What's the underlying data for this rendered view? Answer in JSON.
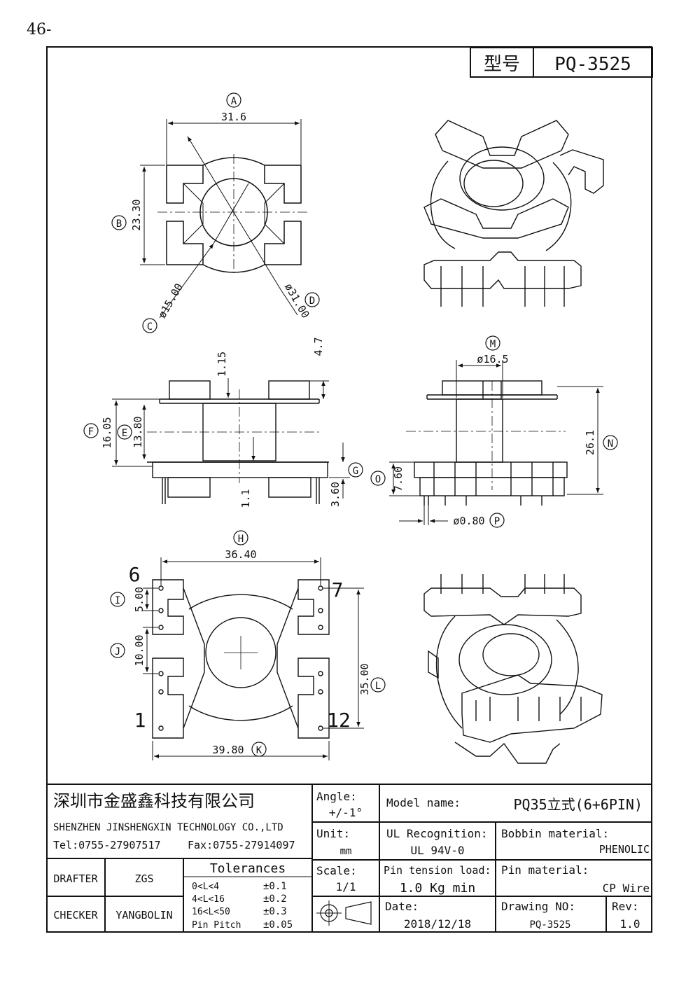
{
  "page_number": "46-",
  "header": {
    "model_label": "型号",
    "model_value": "PQ-3525"
  },
  "views": {
    "top": {
      "A": {
        "letter": "A",
        "value": "31.6"
      },
      "B": {
        "letter": "B",
        "value": "23.30"
      },
      "C": {
        "letter": "C",
        "value": "ø15.00"
      },
      "D": {
        "letter": "D",
        "value": "ø31.00"
      }
    },
    "front": {
      "top_h": "4.7",
      "wall": "1.15",
      "E": {
        "letter": "E",
        "value": "13.80"
      },
      "F": {
        "letter": "F",
        "value": "16.05"
      },
      "G": {
        "letter": "G",
        "value": "3.60"
      },
      "bottom_wall": "1.1"
    },
    "side": {
      "M": {
        "letter": "M",
        "value": "ø16.5"
      },
      "N": {
        "letter": "N",
        "value": "26.1"
      },
      "O": {
        "letter": "O",
        "value": "7.60"
      },
      "P": {
        "letter": "P",
        "value": "ø0.80"
      }
    },
    "bottom": {
      "H": {
        "letter": "H",
        "value": "36.40"
      },
      "I": {
        "letter": "I",
        "value": "5.00"
      },
      "J": {
        "letter": "J",
        "value": "10.00"
      },
      "K": {
        "letter": "K",
        "value": "39.80"
      },
      "L": {
        "letter": "L",
        "value": "35.00"
      },
      "pins": {
        "p6": "6",
        "p7": "7",
        "p1": "1",
        "p12": "12"
      }
    }
  },
  "title_block": {
    "company_cn": "深圳市金盛鑫科技有限公司",
    "company_en": "SHENZHEN JINSHENGXIN TECHNOLOGY CO.,LTD",
    "tel": "Tel:0755-27907517",
    "fax": "Fax:0755-27914097",
    "angle_label": "Angle:",
    "angle_value": "+/-1°",
    "unit_label": "Unit:",
    "unit_value": "mm",
    "scale_label": "Scale:",
    "scale_value": "1/1",
    "model_name_label": "Model name:",
    "model_name_value": "PQ35立式(6+6PIN)",
    "ul_label": "UL Recognition:",
    "ul_value": "UL 94V-0",
    "bobbin_label": "Bobbin material:",
    "bobbin_value": "PHENOLIC",
    "pin_tension_label": "Pin tension load:",
    "pin_tension_value": "1.0 Kg min",
    "pin_material_label": "Pin material:",
    "pin_material_value": "CP Wire",
    "drafter_label": "DRAFTER",
    "drafter_value": "ZGS",
    "checker_label": "CHECKER",
    "checker_value": "YANGBOLIN",
    "tolerances_label": "Tolerances",
    "tolerances": [
      {
        "range": "0<L<4",
        "tol": "±0.1"
      },
      {
        "range": "4<L<16",
        "tol": "±0.2"
      },
      {
        "range": "16<L<50",
        "tol": "±0.3"
      },
      {
        "range": "Pin Pitch",
        "tol": "±0.05"
      }
    ],
    "date_label": "Date:",
    "date_value": "2018/12/18",
    "drawing_no_label": "Drawing NO:",
    "drawing_no_value": "PQ-3525",
    "rev_label": "Rev:",
    "rev_value": "1.0"
  }
}
